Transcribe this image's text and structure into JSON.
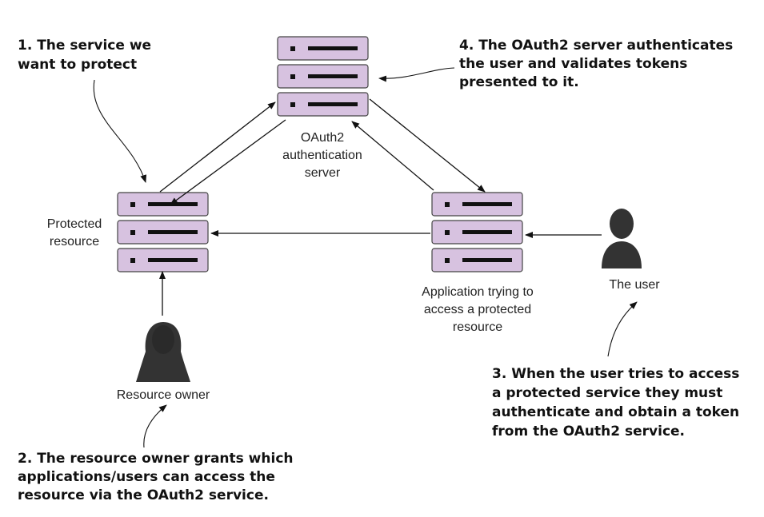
{
  "colors": {
    "server_fill": "#d7c2e0",
    "server_stroke": "#444444",
    "server_slot": "#111111",
    "person": "#333333",
    "line": "#111111"
  },
  "nodes": {
    "oauth_server": {
      "label": [
        "OAuth2",
        "authentication",
        "server"
      ],
      "icon": "server-stack-icon"
    },
    "protected_resource": {
      "label": [
        "Protected",
        "resource"
      ],
      "icon": "server-stack-icon"
    },
    "application": {
      "label": [
        "Application trying to",
        "access a protected",
        "resource"
      ],
      "icon": "server-stack-icon"
    },
    "resource_owner": {
      "label": [
        "Resource owner"
      ],
      "icon": "person-longhair-icon"
    },
    "user": {
      "label": [
        "The user"
      ],
      "icon": "person-icon"
    }
  },
  "callouts": {
    "c1": [
      "1. The service we",
      "want to protect"
    ],
    "c2": [
      "2. The resource owner grants which",
      "applications/users can access the",
      "resource via the OAuth2 service."
    ],
    "c3": [
      "3. When the user tries to access",
      "a protected service they must",
      "authenticate and obtain a token",
      "from the OAuth2 service."
    ],
    "c4": [
      "4. The OAuth2 server authenticates",
      "the user and validates tokens",
      "presented to it."
    ]
  }
}
